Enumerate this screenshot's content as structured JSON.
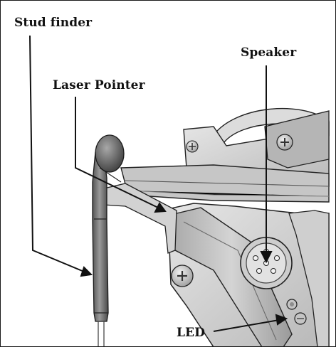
{
  "labels": {
    "stud_finder": "Stud finder",
    "laser_pointer": "Laser Pointer",
    "speaker": "Speaker",
    "led": "LED"
  },
  "colors": {
    "background": "#ffffff",
    "line": "#111111",
    "body_light": "#d9d9d9",
    "body_mid": "#b9b9b9",
    "body_dark": "#8a8a8a",
    "probe": "#6e6e6e"
  }
}
